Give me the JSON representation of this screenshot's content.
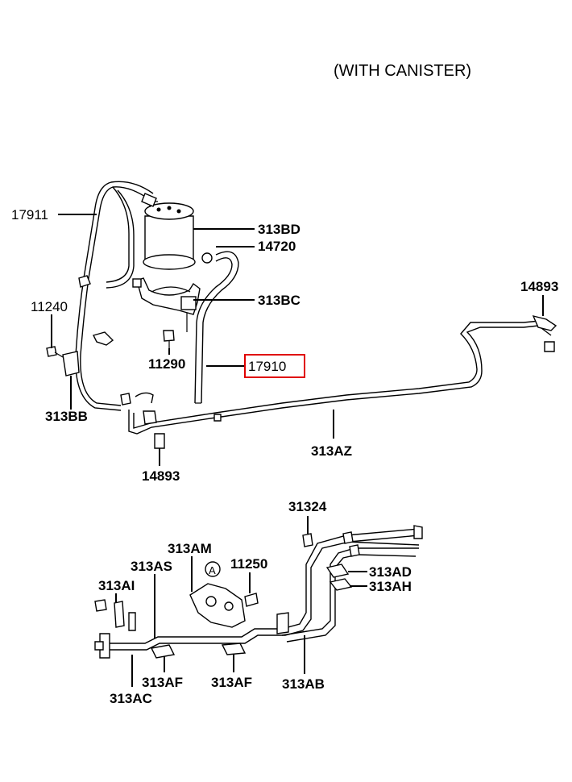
{
  "title": "(WITH CANISTER)",
  "colors": {
    "highlight": "#e00000",
    "ink": "#000000",
    "background": "#ffffff"
  },
  "callouts": {
    "c_17911": "17911",
    "c_313BD": "313BD",
    "c_14720": "14720",
    "c_313BC": "313BC",
    "c_11240": "11240",
    "c_11290": "11290",
    "c_17910": "17910",
    "c_313BB": "313BB",
    "c_14893_top": "14893",
    "c_14893_low": "14893",
    "c_313AZ": "313AZ",
    "c_31324": "31324",
    "c_313AM": "313AM",
    "c_313AS": "313AS",
    "c_A": "A",
    "c_11250": "11250",
    "c_313AI": "313AI",
    "c_313AD": "313AD",
    "c_313AH": "313AH",
    "c_313AF_1": "313AF",
    "c_313AF_2": "313AF",
    "c_313AB": "313AB",
    "c_313AC": "313AC"
  },
  "highlighted_part": "17910"
}
